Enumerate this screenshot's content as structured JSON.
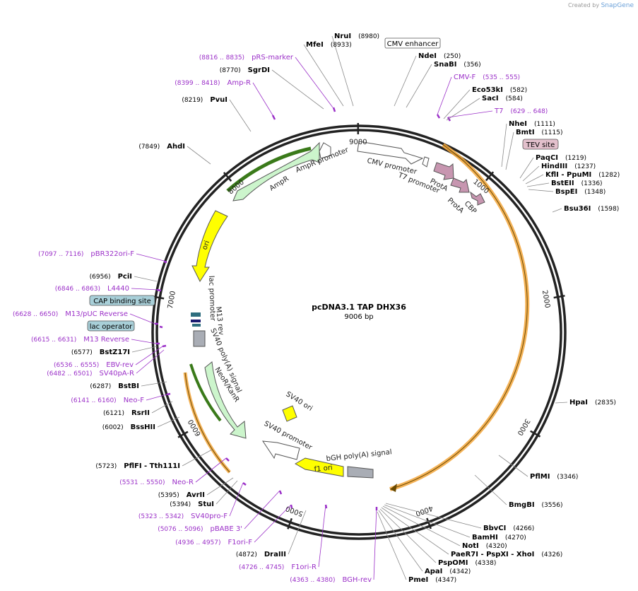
{
  "credit": {
    "prefix": "Created by",
    "brand": "SnapGene"
  },
  "title": "pcDNA3.1 TAP DHX36",
  "size_label": "9006 bp",
  "total_bp": 9006,
  "ticks": [
    "1000",
    "2000",
    "3000",
    "4000",
    "5000",
    "6000",
    "7000",
    "8000",
    "9000"
  ],
  "enzymes": [
    {
      "name": "NruI",
      "pos": "(8980)"
    },
    {
      "name": "MfeI",
      "pos": "(8933)"
    },
    {
      "name": "SgrDI",
      "pos": "(8770)"
    },
    {
      "name": "PvuI",
      "pos": "(8219)"
    },
    {
      "name": "AhdI",
      "pos": "(7849)"
    },
    {
      "name": "NdeI",
      "pos": "(250)"
    },
    {
      "name": "SnaBI",
      "pos": "(356)"
    },
    {
      "name": "Eco53kI",
      "pos": "(582)"
    },
    {
      "name": "SacI",
      "pos": "(584)"
    },
    {
      "name": "NheI",
      "pos": "(1111)"
    },
    {
      "name": "BmtI",
      "pos": "(1115)"
    },
    {
      "name": "PaqCI",
      "pos": "(1219)"
    },
    {
      "name": "HindIII",
      "pos": "(1237)"
    },
    {
      "name": "KflI - PpuMI",
      "pos": "(1282)"
    },
    {
      "name": "BstEII",
      "pos": "(1336)"
    },
    {
      "name": "BspEI",
      "pos": "(1348)"
    },
    {
      "name": "Bsu36I",
      "pos": "(1598)"
    },
    {
      "name": "HpaI",
      "pos": "(2835)"
    },
    {
      "name": "PflMI",
      "pos": "(3346)"
    },
    {
      "name": "BmgBI",
      "pos": "(3556)"
    },
    {
      "name": "BbvCI",
      "pos": "(4266)"
    },
    {
      "name": "BamHI",
      "pos": "(4270)"
    },
    {
      "name": "NotI",
      "pos": "(4320)"
    },
    {
      "name": "PaeR7I - PspXI - XhoI",
      "pos": "(4326)"
    },
    {
      "name": "PspOMI",
      "pos": "(4338)"
    },
    {
      "name": "ApaI",
      "pos": "(4342)"
    },
    {
      "name": "PmeI",
      "pos": "(4347)"
    },
    {
      "name": "PciI",
      "pos": "(6956)"
    },
    {
      "name": "BstZ17I",
      "pos": "(6577)"
    },
    {
      "name": "BstBI",
      "pos": "(6287)"
    },
    {
      "name": "RsrII",
      "pos": "(6121)"
    },
    {
      "name": "BssHII",
      "pos": "(6002)"
    },
    {
      "name": "PflFI - Tth111I",
      "pos": "(5723)"
    },
    {
      "name": "AvrII",
      "pos": "(5395)"
    },
    {
      "name": "StuI",
      "pos": "(5394)"
    },
    {
      "name": "DraIII",
      "pos": "(4872)"
    }
  ],
  "primers": [
    {
      "name": "pRS-marker",
      "pos": "(8816 .. 8835)"
    },
    {
      "name": "Amp-R",
      "pos": "(8399 .. 8418)"
    },
    {
      "name": "CMV-F",
      "pos": "(535 .. 555)"
    },
    {
      "name": "T7",
      "pos": "(629 .. 648)"
    },
    {
      "name": "pBR322ori-F",
      "pos": "(7097 .. 7116)"
    },
    {
      "name": "L4440",
      "pos": "(6846 .. 6863)"
    },
    {
      "name": "M13/pUC Reverse",
      "pos": "(6628 .. 6650)"
    },
    {
      "name": "M13 Reverse",
      "pos": "(6615 .. 6631)"
    },
    {
      "name": "EBV-rev",
      "pos": "(6536 .. 6555)"
    },
    {
      "name": "SV40pA-R",
      "pos": "(6482 .. 6501)"
    },
    {
      "name": "Neo-F",
      "pos": "(6141 .. 6160)"
    },
    {
      "name": "Neo-R",
      "pos": "(5531 .. 5550)"
    },
    {
      "name": "SV40pro-F",
      "pos": "(5323 .. 5342)"
    },
    {
      "name": "pBABE 3'",
      "pos": "(5076 .. 5096)"
    },
    {
      "name": "F1ori-F",
      "pos": "(4936 .. 4957)"
    },
    {
      "name": "F1ori-R",
      "pos": "(4726 .. 4745)"
    },
    {
      "name": "BGH-rev",
      "pos": "(4363 .. 4380)"
    }
  ],
  "boxed_labels": {
    "cmv_enhancer": "CMV enhancer",
    "tev_site": "TEV site",
    "cap_site": "CAP binding site",
    "lac_operator": "lac operator"
  },
  "features": {
    "cmv_promoter": "CMV promoter",
    "t7_promoter": "T7 promoter",
    "prota1": "ProtA",
    "prota2": "ProtA",
    "cbp": "CBP",
    "ampr": "AmpR",
    "ampr_promoter": "AmpR promoter",
    "ori": "ori",
    "lac_promoter": "lac promoter",
    "m13_rev": "M13 rev",
    "sv40_polya": "SV40 poly(A) signal",
    "neor": "NeoR/KanR",
    "sv40_ori": "SV40 ori",
    "sv40_promoter": "SV40 promoter",
    "f1_ori": "f1 ori",
    "bgh": "bGH poly(A) signal"
  },
  "colors": {
    "enzyme": "#000000",
    "primer": "#9b30c8",
    "orf": "#f2a53a",
    "ampr_fill": "#ccf5cc",
    "ori_fill": "#ffff00",
    "prot_fill": "#c796b0",
    "tev_fill": "#e3c0cc",
    "lac_fill": "#a8cfd8",
    "gray_fill": "#a9adb5"
  }
}
